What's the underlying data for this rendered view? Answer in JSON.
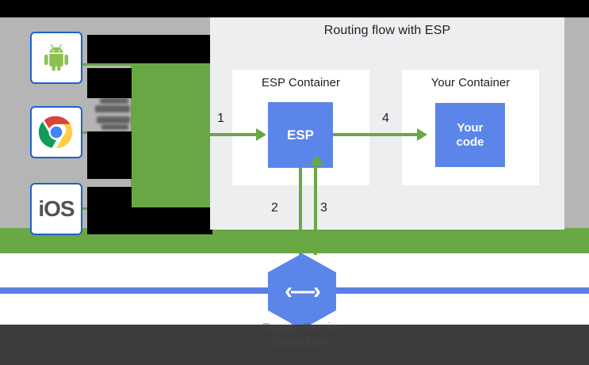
{
  "panel": {
    "title": "Routing flow with ESP",
    "containers": [
      {
        "name": "esp-container",
        "label": "ESP Container",
        "box_label": "ESP"
      },
      {
        "name": "your-container",
        "label": "Your Container",
        "box_label": "Your\ncode"
      }
    ]
  },
  "boxes": {
    "esp": "ESP",
    "your_code_line1": "Your",
    "your_code_line2": "code"
  },
  "arrows": [
    {
      "id": "1",
      "label": "1",
      "direction": "right",
      "from": "clients",
      "to": "esp"
    },
    {
      "id": "2",
      "label": "2",
      "direction": "down",
      "from": "esp",
      "to": "service-control"
    },
    {
      "id": "3",
      "label": "3",
      "direction": "up",
      "from": "service-control",
      "to": "esp"
    },
    {
      "id": "4",
      "label": "4",
      "direction": "right",
      "from": "esp",
      "to": "your-code"
    }
  ],
  "clients": [
    {
      "name": "android",
      "icon": "android-icon",
      "label": ""
    },
    {
      "name": "chrome",
      "icon": "chrome-icon",
      "label": ""
    },
    {
      "name": "ios",
      "icon": "ios-icon",
      "label": "iOS"
    }
  ],
  "endpoints": {
    "icon": "cloud-endpoints-hexagon-icon",
    "glyph": "‹—›",
    "caption": "Google Service\nControl API"
  },
  "colors": {
    "google_blue": "#5c85ea",
    "google_green": "#69a744",
    "panel_bg": "#eceef0",
    "card_border": "#1b63c9",
    "backdrop_gray": "#b5b5b5",
    "text": "#202124"
  }
}
